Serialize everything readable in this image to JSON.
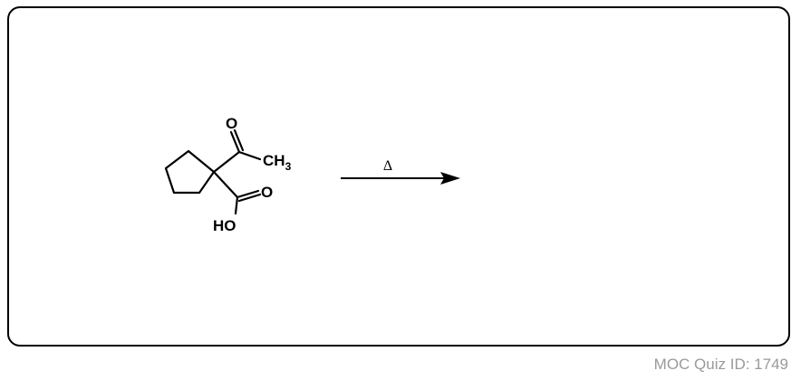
{
  "molecule": {
    "atom_o_ketone": "O",
    "atom_c": "CH",
    "atom_c_sub": "3",
    "atom_o_acid": "O",
    "atom_ho": "HO"
  },
  "reaction": {
    "condition": "Δ"
  },
  "footer": {
    "quiz_id": "MOC Quiz ID: 1749"
  }
}
